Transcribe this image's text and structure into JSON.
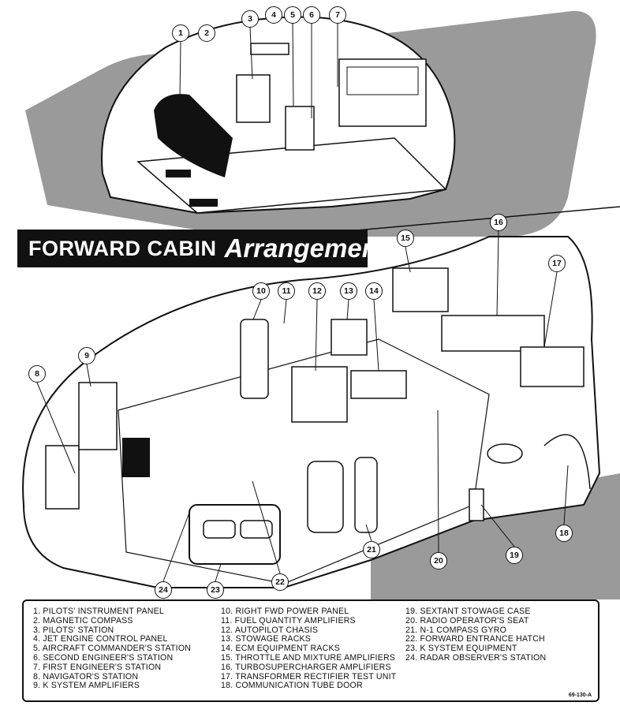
{
  "title": {
    "part1": "FORWARD CABIN",
    "part2": "Arrangement"
  },
  "callouts": [
    "1",
    "2",
    "3",
    "4",
    "5",
    "6",
    "7",
    "8",
    "9",
    "10",
    "11",
    "12",
    "13",
    "14",
    "15",
    "16",
    "17",
    "18",
    "19",
    "20",
    "21",
    "22",
    "23",
    "24"
  ],
  "legend": {
    "column1": [
      "1.  PILOTS' INSTRUMENT PANEL",
      "2.  MAGNETIC COMPASS",
      "3.  PILOTS' STATION",
      "4.  JET ENGINE CONTROL PANEL",
      "5.  AIRCRAFT COMMANDER'S STATION",
      "6.  SECOND ENGINEER'S STATION",
      "7.  FIRST ENGINEER'S STATION",
      "8.  NAVIGATOR'S STATION",
      "9.  K SYSTEM AMPLIFIERS"
    ],
    "column2": [
      "10.  RIGHT FWD POWER PANEL",
      "11.  FUEL QUANTITY AMPLIFIERS",
      "12.  AUTOPILOT CHASIS",
      "13.  STOWAGE RACKS",
      "14.  ECM EQUIPMENT RACKS",
      "15.  THROTTLE AND MIXTURE AMPLIFIERS",
      "16.  TURBOSUPERCHARGER AMPLIFIERS",
      "17.  TRANSFORMER RECTIFIER TEST UNIT",
      "18.  COMMUNICATION TUBE DOOR"
    ],
    "column3": [
      "19.  SEXTANT STOWAGE CASE",
      "20.  RADIO OPERATOR'S SEAT",
      "21.  N-1 COMPASS GYRO",
      "22.  FORWARD ENTRANCE HATCH",
      "23.  K SYSTEM EQUIPMENT",
      "24.  RADAR OBSERVER'S STATION"
    ]
  },
  "drawing_code": "69-130-A",
  "colors": {
    "ink": "#111111",
    "shadow": "#9a9a9a",
    "paper": "#ffffff"
  }
}
